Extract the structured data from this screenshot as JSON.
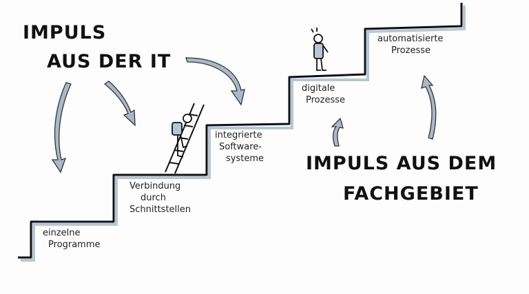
{
  "title_it": {
    "line1": "IMPULS",
    "line2": "AUS DER IT"
  },
  "title_fach": {
    "line1": "IMPULS AUS DEM",
    "line2": "FACHGEBIET"
  },
  "steps": [
    {
      "line1": "einzelne",
      "line2": "Programme"
    },
    {
      "line1": "Verbindung",
      "line2": "durch",
      "line3": "Schnittstellen"
    },
    {
      "line1": "integrierte",
      "line2": "Software-",
      "line3": "systeme"
    },
    {
      "line1": "digitale",
      "line2": "Prozesse"
    },
    {
      "line1": "automatisierte",
      "line2": "Prozesse"
    }
  ],
  "colors": {
    "arrow": "#a9b9c9",
    "line": "#111111",
    "shadow": "#b8c6d4"
  }
}
